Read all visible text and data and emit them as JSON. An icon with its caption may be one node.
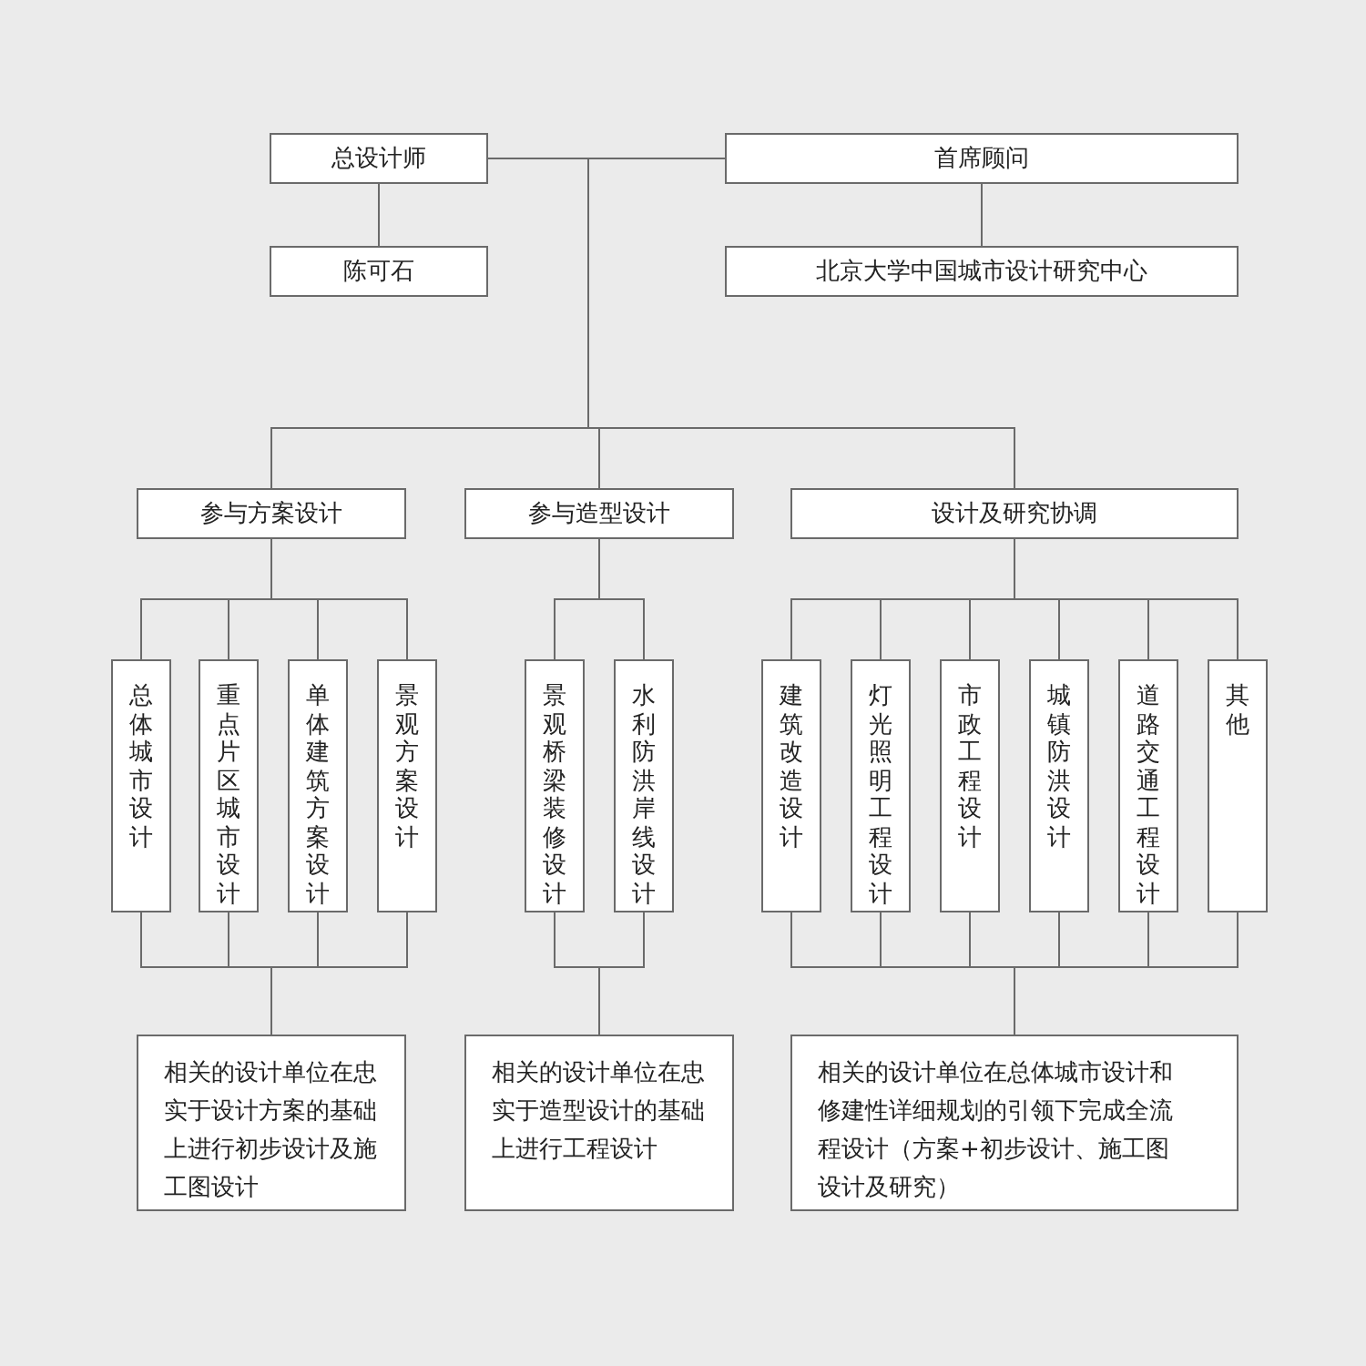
{
  "diagram": {
    "nodes": [
      {
        "text": [
          "总设计师"
        ]
      },
      {
        "text": [
          "首席顾问"
        ]
      },
      {
        "text": [
          "陈可石"
        ]
      },
      {
        "text": [
          "北京大学中国城市设计研究中心"
        ]
      },
      {
        "text": [
          "参与方案设计"
        ]
      },
      {
        "text": [
          "参与造型设计"
        ]
      },
      {
        "text": [
          "设计及研究协调"
        ]
      },
      {
        "text": [
          "总体城市设计"
        ]
      },
      {
        "text": [
          "重点片区城市设计"
        ]
      },
      {
        "text": [
          "单体建筑方案设计"
        ]
      },
      {
        "text": [
          "景观方案设计"
        ]
      },
      {
        "text": [
          "景观桥梁装修设计"
        ]
      },
      {
        "text": [
          "水利防洪岸线设计"
        ]
      },
      {
        "text": [
          "建筑改造设计"
        ]
      },
      {
        "text": [
          "灯光照明工程设计"
        ]
      },
      {
        "text": [
          "市政工程设计"
        ]
      },
      {
        "text": [
          "城镇防洪设计"
        ]
      },
      {
        "text": [
          "道路交通工程设计"
        ]
      },
      {
        "text": [
          "其他"
        ]
      },
      {
        "text": [
          "相关的设计单位在忠实于设计方案的基础上进行初步设计及施工图设计"
        ]
      },
      {
        "text": [
          "相关的设计单位在忠实于造型设计的基础上进行工程设计"
        ]
      },
      {
        "text": [
          "相关的设计单位在总体城市设计和修建性详细规划的引领下完成全流程设计（方案+初步设计、施工图设计及研究）"
        ]
      }
    ],
    "edges": [
      {
        "from": 0,
        "to": 2,
        "arrow": "none"
      },
      {
        "from": 1,
        "to": 3,
        "arrow": "none"
      },
      {
        "from": 0,
        "to": 1,
        "arrow": "none"
      },
      {
        "from": 0,
        "to": 4,
        "arrow": "none"
      },
      {
        "from": 0,
        "to": 5,
        "arrow": "none"
      },
      {
        "from": 0,
        "to": 6,
        "arrow": "none"
      },
      {
        "from": 1,
        "to": 4,
        "arrow": "none"
      },
      {
        "from": 1,
        "to": 5,
        "arrow": "none"
      },
      {
        "from": 1,
        "to": 6,
        "arrow": "none"
      },
      {
        "from": 4,
        "to": 7,
        "arrow": "none"
      },
      {
        "from": 4,
        "to": 8,
        "arrow": "none"
      },
      {
        "from": 4,
        "to": 9,
        "arrow": "none"
      },
      {
        "from": 4,
        "to": 10,
        "arrow": "none"
      },
      {
        "from": 5,
        "to": 11,
        "arrow": "none"
      },
      {
        "from": 5,
        "to": 12,
        "arrow": "none"
      },
      {
        "from": 6,
        "to": 13,
        "arrow": "none"
      },
      {
        "from": 6,
        "to": 14,
        "arrow": "none"
      },
      {
        "from": 6,
        "to": 15,
        "arrow": "none"
      },
      {
        "from": 6,
        "to": 16,
        "arrow": "none"
      },
      {
        "from": 6,
        "to": 17,
        "arrow": "none"
      },
      {
        "from": 6,
        "to": 18,
        "arrow": "none"
      },
      {
        "from": 7,
        "to": 19,
        "arrow": "none"
      },
      {
        "from": 8,
        "to": 19,
        "arrow": "none"
      },
      {
        "from": 9,
        "to": 19,
        "arrow": "none"
      },
      {
        "from": 10,
        "to": 19,
        "arrow": "none"
      },
      {
        "from": 11,
        "to": 20,
        "arrow": "none"
      },
      {
        "from": 12,
        "to": 20,
        "arrow": "none"
      },
      {
        "from": 13,
        "to": 21,
        "arrow": "none"
      },
      {
        "from": 14,
        "to": 21,
        "arrow": "none"
      },
      {
        "from": 15,
        "to": 21,
        "arrow": "none"
      },
      {
        "from": 16,
        "to": 21,
        "arrow": "none"
      },
      {
        "from": 17,
        "to": 21,
        "arrow": "none"
      },
      {
        "from": 18,
        "to": 21,
        "arrow": "none"
      }
    ]
  }
}
